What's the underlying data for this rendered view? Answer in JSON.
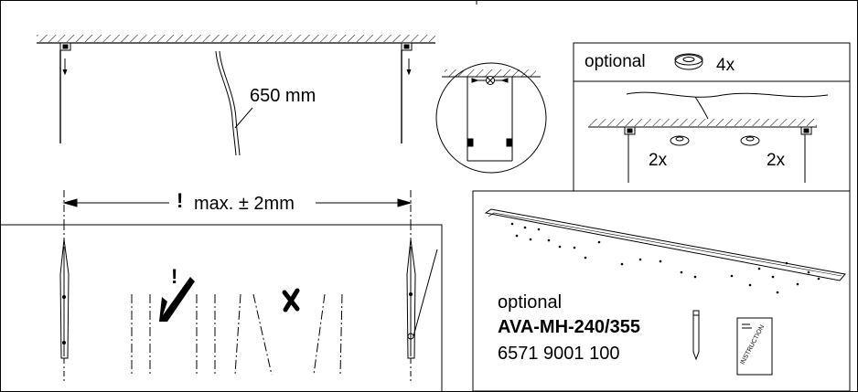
{
  "cable_length_label": "650 mm",
  "tolerance_label": "max. ± 2mm",
  "exclamation": "!",
  "optional_panel": {
    "optional_label": "optional",
    "quantity_label": "4x",
    "left_count": "2x",
    "right_count": "2x"
  },
  "accessory_panel": {
    "optional_label": "optional",
    "product_code": "AVA-MH-240/355",
    "article_number": "6571 9001 100",
    "instruction_sheet_text": "INSTRUCTION"
  }
}
